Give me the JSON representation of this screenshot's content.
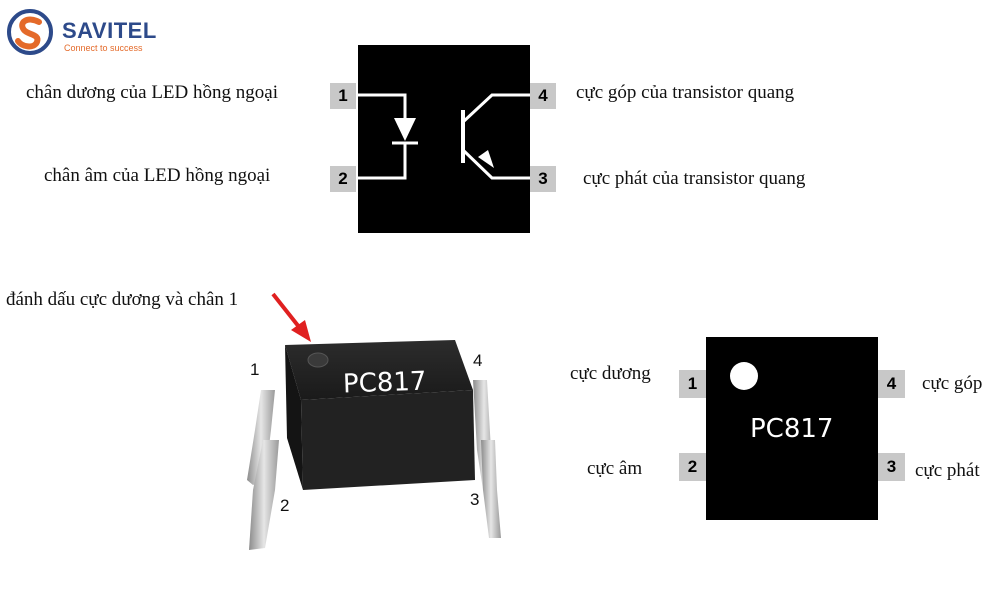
{
  "logo": {
    "name": "SAVITEL",
    "tagline": "Connect to success",
    "colors": {
      "blue": "#2d4a8a",
      "orange": "#e46a2a"
    }
  },
  "schematic": {
    "left_labels": [
      "chân dương của LED hồng ngoại",
      "chân âm của LED hồng ngoại"
    ],
    "right_labels": [
      "cực góp của transistor quang",
      "cực phát của transistor quang"
    ],
    "pins": {
      "p1": "1",
      "p2": "2",
      "p3": "3",
      "p4": "4"
    }
  },
  "photo": {
    "marker_label": "đánh dấu cực dương và chân 1",
    "chip_text": "PC817",
    "pins": {
      "p1": "1",
      "p2": "2",
      "p3": "3",
      "p4": "4"
    },
    "arrow_color": "#e02020"
  },
  "pinout": {
    "chip_text": "PC817",
    "labels": {
      "p1": "cực dương",
      "p2": "cực âm",
      "p3": "cực phát",
      "p4": "cực góp"
    },
    "pins": {
      "p1": "1",
      "p2": "2",
      "p3": "3",
      "p4": "4"
    }
  }
}
